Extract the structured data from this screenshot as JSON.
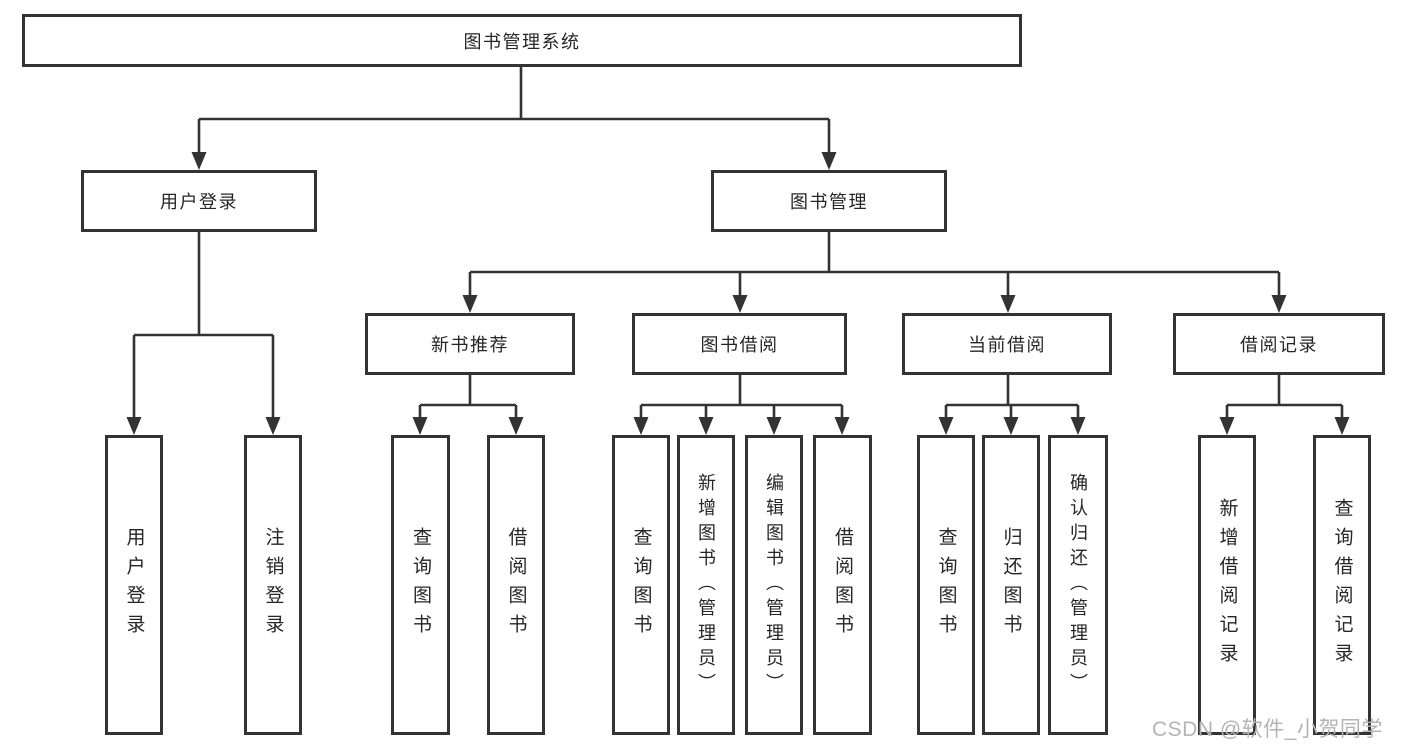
{
  "colors": {
    "line": "#333333",
    "box_border": "#333333",
    "text": "#262626",
    "background": "#ffffff",
    "watermark": "#b4b4b4"
  },
  "diagram": {
    "root": {
      "label": "图书管理系统",
      "children": [
        {
          "label": "用户登录",
          "children": [
            {
              "label": "用户登录"
            },
            {
              "label": "注销登录"
            }
          ]
        },
        {
          "label": "图书管理",
          "children": [
            {
              "label": "新书推荐",
              "children": [
                {
                  "label": "查询图书"
                },
                {
                  "label": "借阅图书"
                }
              ]
            },
            {
              "label": "图书借阅",
              "children": [
                {
                  "label": "查询图书"
                },
                {
                  "label": "新增图书（管理员）"
                },
                {
                  "label": "编辑图书（管理员）"
                },
                {
                  "label": "借阅图书"
                }
              ]
            },
            {
              "label": "当前借阅",
              "children": [
                {
                  "label": "查询图书"
                },
                {
                  "label": "归还图书"
                },
                {
                  "label": "确认归还（管理员）"
                }
              ]
            },
            {
              "label": "借阅记录",
              "children": [
                {
                  "label": "新增借阅记录"
                },
                {
                  "label": "查询借阅记录"
                }
              ]
            }
          ]
        }
      ]
    },
    "watermark": {
      "text": "CSDN @软件_小贺同学"
    }
  }
}
